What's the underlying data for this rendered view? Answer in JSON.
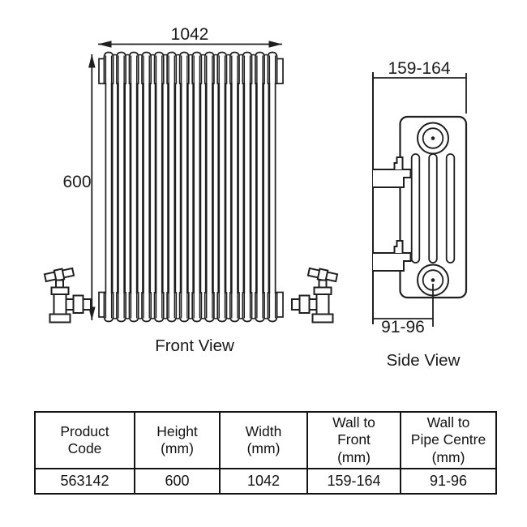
{
  "front_view": {
    "width_label": "1042",
    "height_label": "600",
    "caption": "Front View",
    "sections": 14
  },
  "side_view": {
    "depth_label": "159-164",
    "pipe_centre_label": "91-96",
    "caption": "Side View",
    "columns_visible": 3,
    "brackets": 2
  },
  "table": {
    "headers": [
      "Product\nCode",
      "Height\n(mm)",
      "Width\n(mm)",
      "Wall to\nFront\n(mm)",
      "Wall to\nPipe Centre\n(mm)"
    ],
    "rows": [
      [
        "563142",
        "600",
        "1042",
        "159-164",
        "91-96"
      ]
    ]
  },
  "colors": {
    "line": "#1f1f1f",
    "table_border": "#141414",
    "background": "#ffffff"
  }
}
